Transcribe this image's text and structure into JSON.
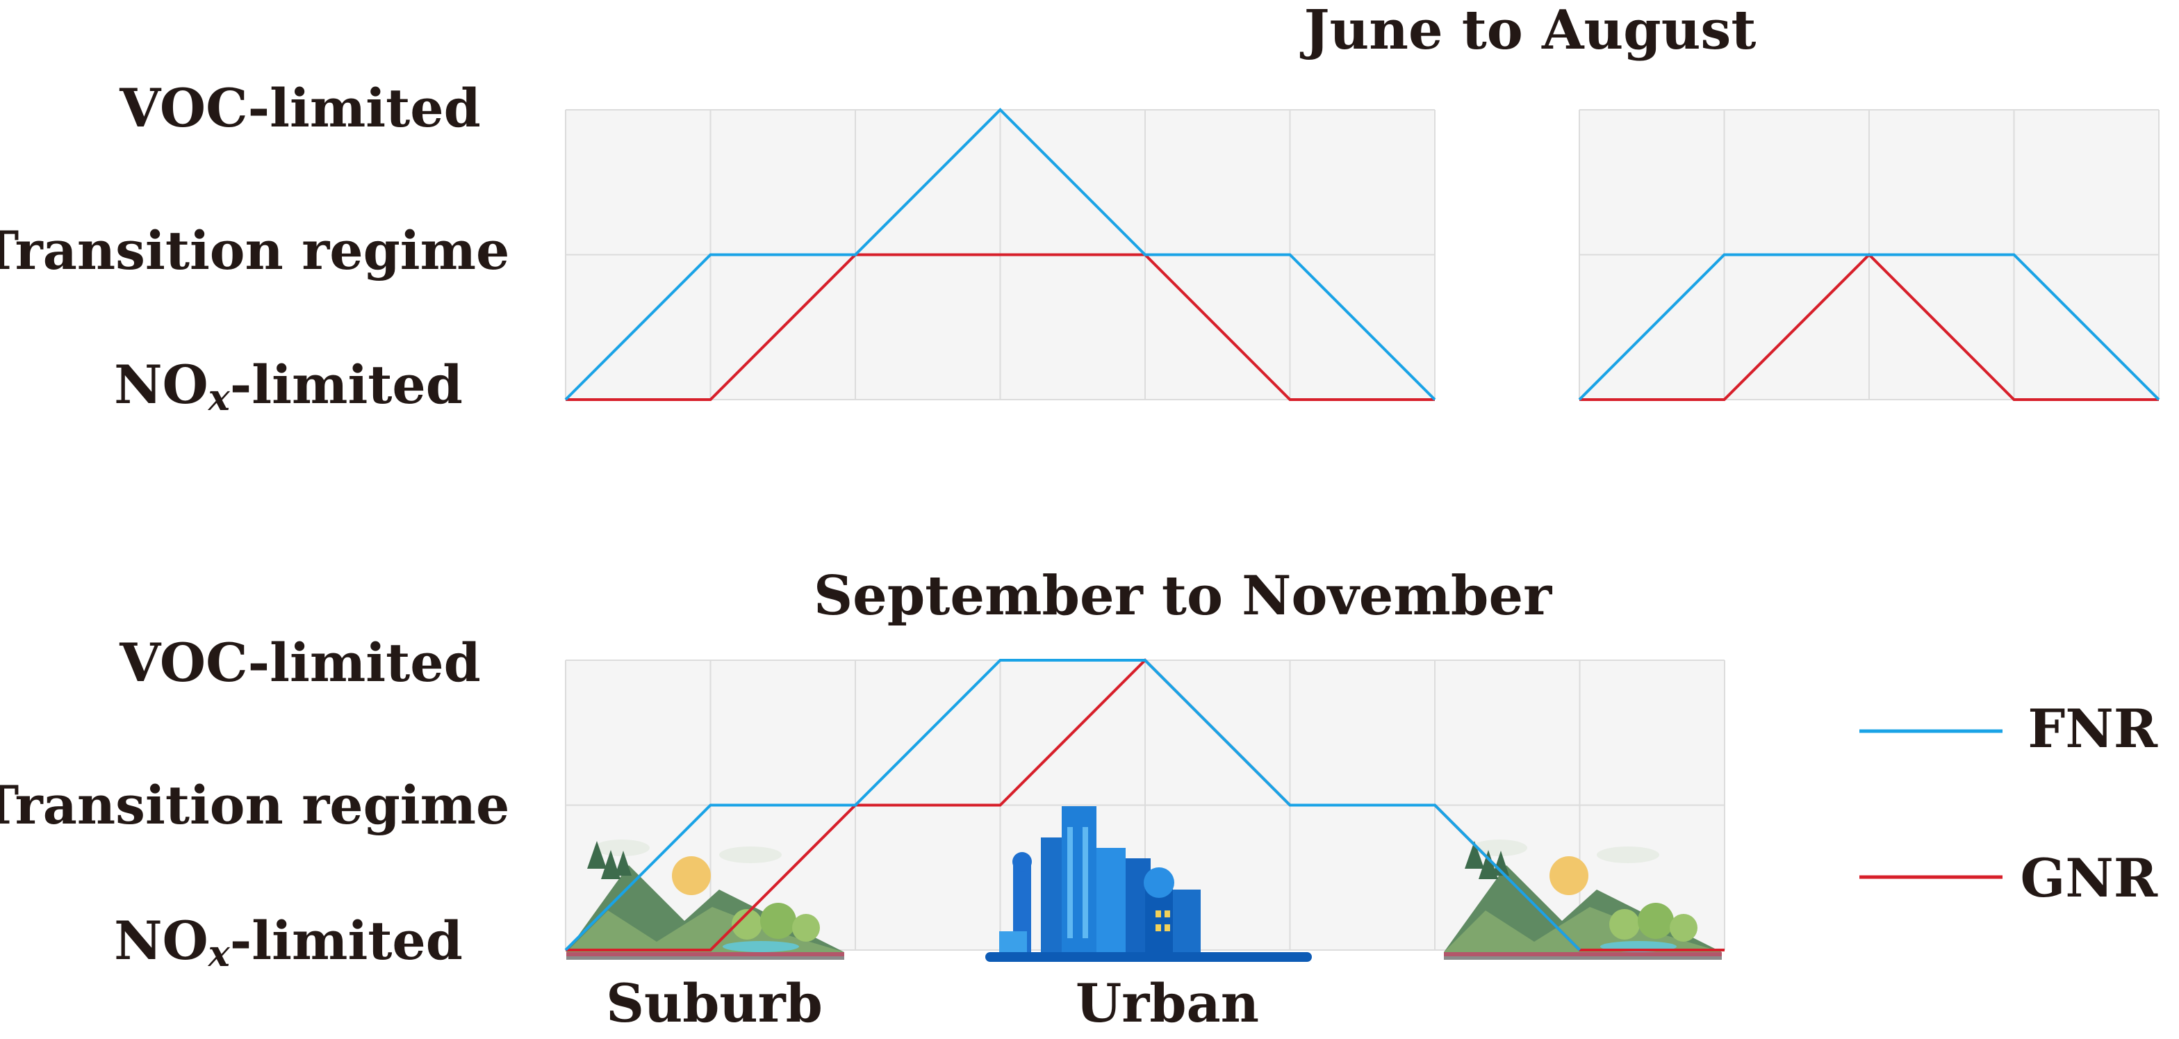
{
  "colors": {
    "fnr": "#1aa3e6",
    "gnr": "#d71f2a",
    "text": "#231815",
    "plot_bg": "#f5f5f5",
    "grid": "#dcdcdc"
  },
  "y_levels": [
    "NOx-limited",
    "Transition regime",
    "VOC-limited"
  ],
  "y_label_parts": {
    "voc": "VOC-limited",
    "transition": "Transition regime",
    "nox_prefix": "NO",
    "nox_sub": "x",
    "nox_suffix": "-limited"
  },
  "legend": {
    "fnr": "FNR",
    "gnr": "GNR"
  },
  "location_labels": {
    "suburb": "Suburb",
    "urban": "Urban"
  },
  "chart_data": [
    {
      "type": "line",
      "title": "June to August",
      "x": [
        0,
        1,
        2,
        3,
        4,
        5,
        6
      ],
      "ylim": [
        0,
        2
      ],
      "series": [
        {
          "name": "FNR",
          "values": [
            0,
            1,
            1,
            2,
            1,
            1,
            0
          ]
        },
        {
          "name": "GNR",
          "values": [
            0,
            0,
            1,
            1,
            1,
            0,
            0
          ]
        }
      ]
    },
    {
      "type": "line",
      "title": "",
      "x": [
        0,
        1,
        2,
        3,
        4
      ],
      "ylim": [
        0,
        2
      ],
      "series": [
        {
          "name": "FNR",
          "values": [
            0,
            1,
            1,
            1,
            0
          ]
        },
        {
          "name": "GNR",
          "values": [
            0,
            0,
            1,
            0,
            0
          ]
        }
      ]
    },
    {
      "type": "line",
      "title": "September to November",
      "x": [
        0,
        1,
        2,
        3,
        4,
        5,
        6,
        7,
        8
      ],
      "ylim": [
        0,
        2
      ],
      "series": [
        {
          "name": "FNR",
          "values": [
            0,
            1,
            1,
            2,
            2,
            1,
            1,
            0
          ]
        },
        {
          "name": "GNR",
          "values": [
            0,
            0,
            1,
            1,
            2,
            1,
            1,
            0,
            0
          ]
        }
      ]
    }
  ]
}
